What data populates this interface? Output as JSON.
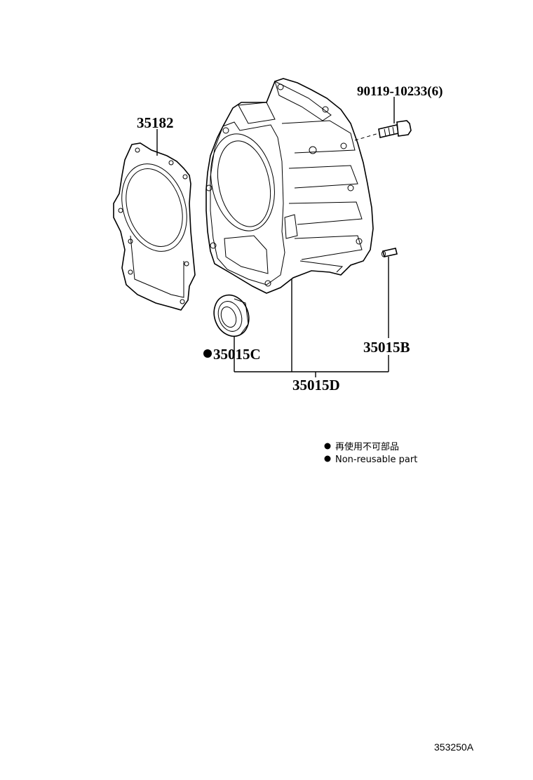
{
  "diagram": {
    "callouts": {
      "gasket": "35182",
      "bolt": "90119-10233(6)",
      "oil_seal": "35015C",
      "pin": "35015B",
      "assembly": "35015D"
    },
    "legend": {
      "line_ja": "再使用不可部品",
      "line_en": "Non-reusable part"
    },
    "reference_code": "353250A"
  }
}
